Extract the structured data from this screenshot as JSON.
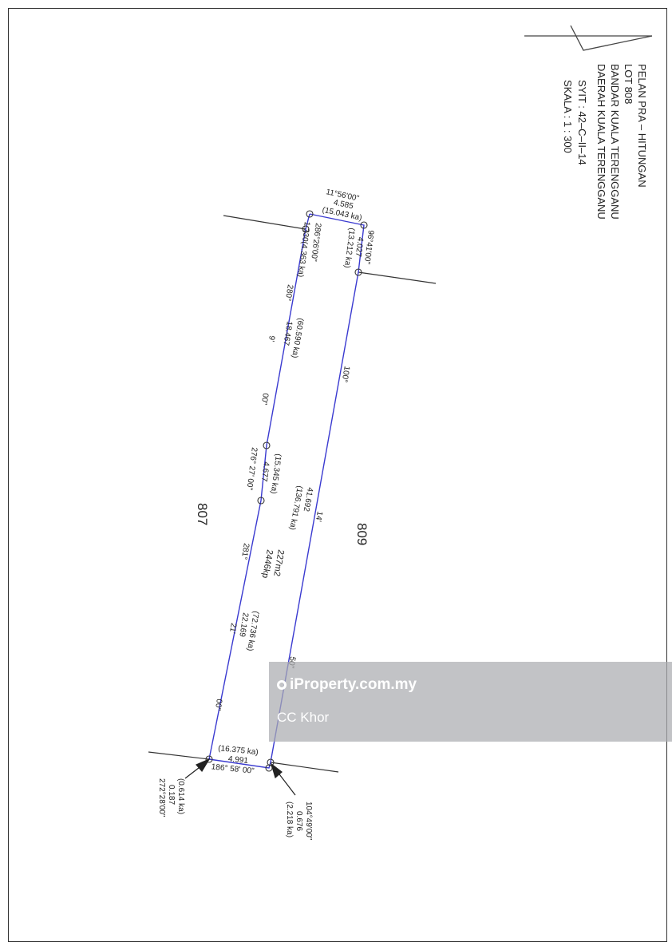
{
  "title_block": {
    "lines": [
      "PELAN PRA – HITUNGAN",
      "LOT 808",
      "BANDAR KUALA TERENGGANU",
      "DAERAH KUALA TERENGGANU"
    ],
    "sheet": "SYIT : 42–C–II–14",
    "scale": "SKALA : 1 : 300"
  },
  "lots": {
    "left": "807",
    "right": "809"
  },
  "area": {
    "metric": "227m2",
    "imperial": "2446kp"
  },
  "labels": {
    "top_bearing": "11°56'00\"",
    "top_dist": "4.585",
    "top_chain": "(15.043 ka)",
    "tl_bearing": "286°26'00\"",
    "tl_dist": "1.330(4.363 ka)",
    "tr_bearing": "96°41'00\"",
    "tr_dist": "4.027",
    "tr_chain": "(13.212 ka)",
    "left1_a": "280°",
    "left1_b": "9'",
    "left1_c": "00\"",
    "left1_chain": "(60.590 ka)",
    "left1_dist": "18.467",
    "mid_bearing": "276° 27' 00\"",
    "mid_dist": "4.677",
    "mid_chain": "(15.345 ka)",
    "right_a": "100°",
    "right_b": "14'",
    "right_c": "50\"",
    "right_dist": "41.692",
    "right_chain": "(136.791 ka)",
    "left2_a": "281°",
    "left2_b": "21'",
    "left2_c": "00\"",
    "left2_chain": "(72.736 ka)",
    "left2_dist": "22.169",
    "bottom_chain": "(16.375 ka)",
    "bottom_dist": "4.991",
    "bottom_bearing": "186° 58' 00\"",
    "bl_chain": "(0.614 ka)",
    "bl_dist": "0.187",
    "bl_bearing": "272°28'00\"",
    "br_bearing": "104°49'00\"",
    "br_dist": "0.676",
    "br_chain": "(2.218 ka)"
  },
  "watermark": {
    "brand": "iProperty.com.my",
    "agent": "CC Khor"
  },
  "colors": {
    "boundary": "#3a3ad0",
    "lines": "#333333"
  }
}
